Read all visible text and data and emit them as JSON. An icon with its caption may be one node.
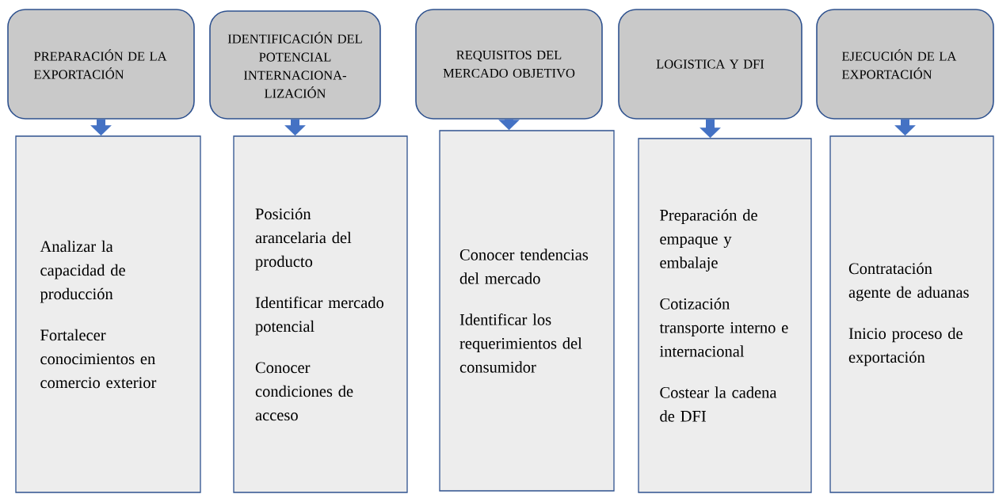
{
  "diagram": {
    "nodes": [
      {
        "text": [
          "PREPARACIÓN DE LA EXPORTACIÓN"
        ]
      },
      {
        "text": [
          "IDENTIFICACIÓN DEL POTENCIAL INTERNACIONA- LIZACIÓN"
        ]
      },
      {
        "text": [
          "REQUISITOS DEL MERCADO OBJETIVO"
        ]
      },
      {
        "text": [
          "LOGISTICA Y DFI"
        ]
      },
      {
        "text": [
          "EJECUCIÓN DE LA EXPORTACIÓN"
        ]
      },
      {
        "text": [
          "Analizar la capacidad de producción",
          "Fortalecer conocimientos en comercio exterior"
        ]
      },
      {
        "text": [
          "Posición arancelaria del producto",
          "Identificar mercado potencial",
          "Conocer condiciones de acceso"
        ]
      },
      {
        "text": [
          "Conocer tendencias del mercado",
          "Identificar los requerimientos del consumidor"
        ]
      },
      {
        "text": [
          "Preparación de empaque y embalaje",
          "Cotización transporte interno e internacional",
          "Costear la cadena de DFI"
        ]
      },
      {
        "text": [
          "Contratación agente de aduanas",
          "Inicio proceso de exportación"
        ]
      }
    ],
    "edges": [
      {
        "from": 0,
        "to": 5,
        "arrow": "to"
      },
      {
        "from": 1,
        "to": 6,
        "arrow": "to"
      },
      {
        "from": 2,
        "to": 7,
        "arrow": "to"
      },
      {
        "from": 3,
        "to": 8,
        "arrow": "to"
      },
      {
        "from": 4,
        "to": 9,
        "arrow": "to"
      }
    ]
  }
}
